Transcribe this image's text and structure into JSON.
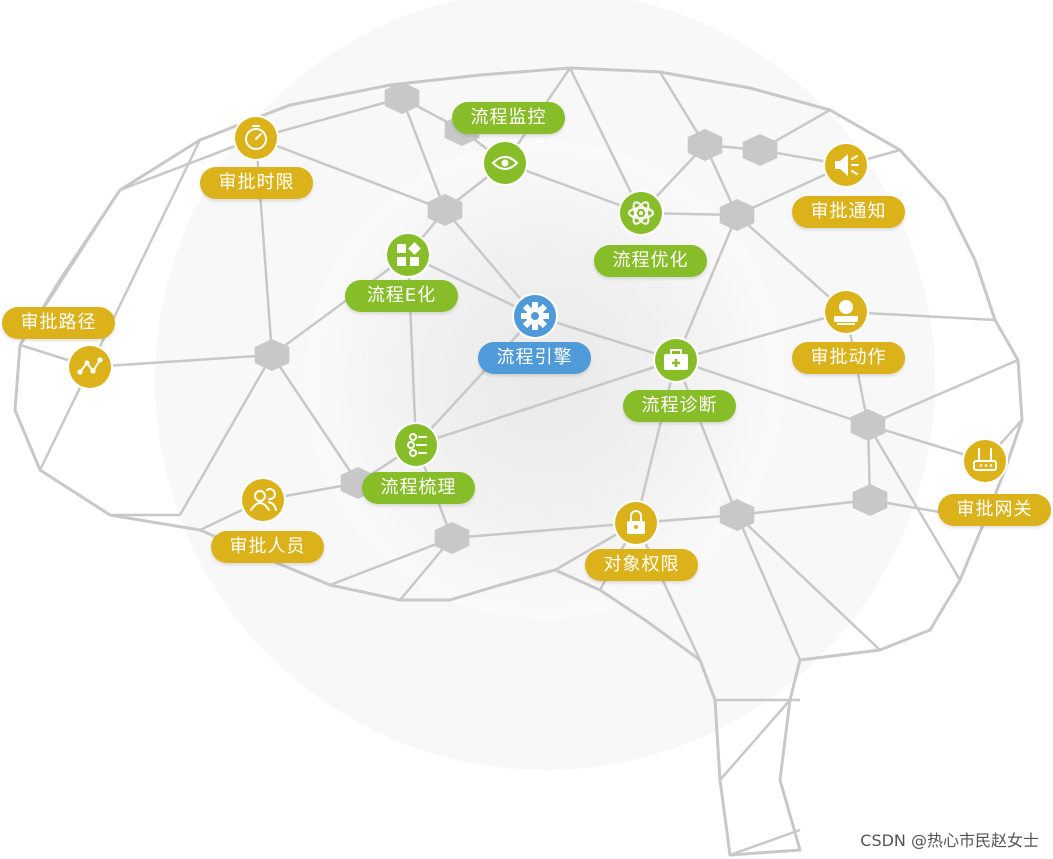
{
  "colors": {
    "yellow": "#dcb21a",
    "green": "#88bd2a",
    "blue": "#4f9ad8",
    "network_line": "#c8c8c8",
    "hub": "#c8c8c8"
  },
  "nodes": [
    {
      "id": "approval-time-limit",
      "label": "审批时限",
      "color": "yellow",
      "icon": "stopwatch-icon"
    },
    {
      "id": "approval-path",
      "label": "审批路径",
      "color": "yellow",
      "icon": "route-path-icon"
    },
    {
      "id": "approval-personnel",
      "label": "审批人员",
      "color": "yellow",
      "icon": "people-icon"
    },
    {
      "id": "object-permission",
      "label": "对象权限",
      "color": "yellow",
      "icon": "lock-icon"
    },
    {
      "id": "approval-notification",
      "label": "审批通知",
      "color": "yellow",
      "icon": "speaker-icon"
    },
    {
      "id": "approval-action",
      "label": "审批动作",
      "color": "yellow",
      "icon": "stamp-icon"
    },
    {
      "id": "approval-gateway",
      "label": "审批网关",
      "color": "yellow",
      "icon": "router-icon"
    },
    {
      "id": "process-monitoring",
      "label": "流程监控",
      "color": "green",
      "icon": "eye-icon"
    },
    {
      "id": "process-optimization",
      "label": "流程优化",
      "color": "green",
      "icon": "atom-icon"
    },
    {
      "id": "process-e",
      "label": "流程E化",
      "color": "green",
      "icon": "apps-grid-icon"
    },
    {
      "id": "process-engine",
      "label": "流程引擎",
      "color": "blue",
      "icon": "gear-icon"
    },
    {
      "id": "process-diagnosis",
      "label": "流程诊断",
      "color": "green",
      "icon": "medical-kit-icon"
    },
    {
      "id": "process-combing",
      "label": "流程梳理",
      "color": "green",
      "icon": "flow-list-icon"
    }
  ],
  "watermark": "CSDN @热心市民赵女士"
}
